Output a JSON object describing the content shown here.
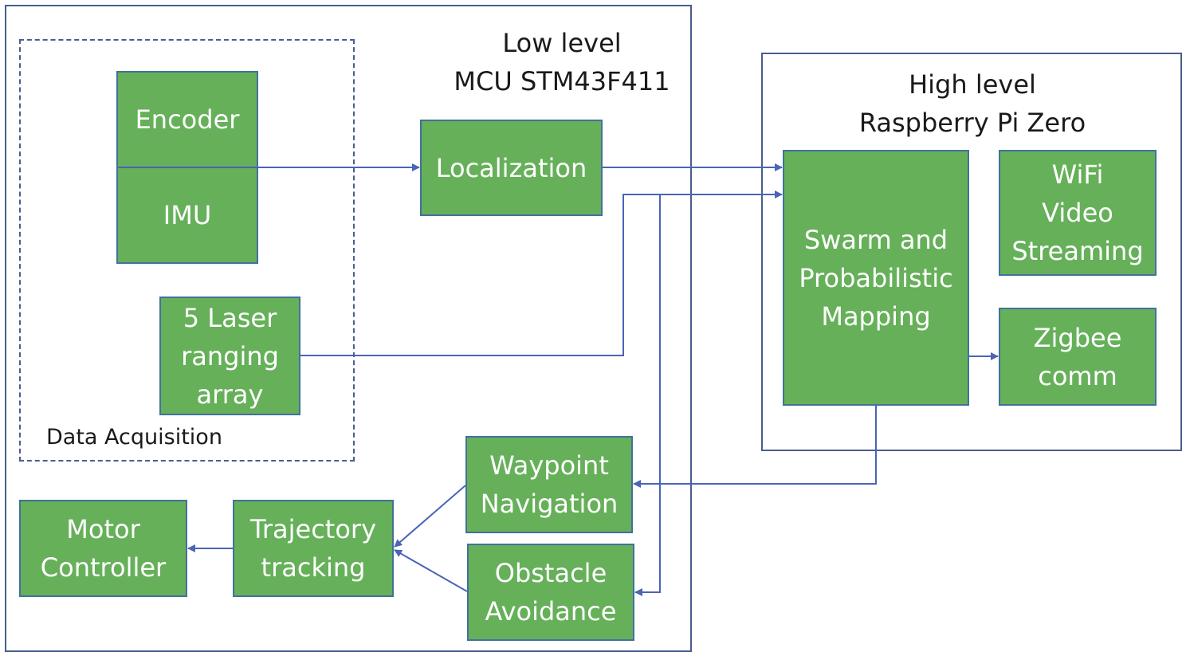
{
  "regions": {
    "low_level": {
      "title_lines": [
        "Low level",
        "MCU STM43F411"
      ]
    },
    "high_level": {
      "title_lines": [
        "High level",
        "Raspberry Pi Zero"
      ]
    },
    "data_acquisition": {
      "label": "Data Acquisition"
    }
  },
  "blocks": {
    "encoder": {
      "lines": [
        "Encoder"
      ]
    },
    "imu": {
      "lines": [
        "IMU"
      ]
    },
    "laser": {
      "lines": [
        "5 Laser",
        "ranging",
        "array"
      ]
    },
    "localization": {
      "lines": [
        "Localization"
      ]
    },
    "swarm": {
      "lines": [
        "Swarm and",
        "Probabilistic",
        "Mapping"
      ]
    },
    "wifi": {
      "lines": [
        "WiFi",
        "Video",
        "Streaming"
      ]
    },
    "zigbee": {
      "lines": [
        "Zigbee",
        "comm"
      ]
    },
    "waypoint": {
      "lines": [
        "Waypoint",
        "Navigation"
      ]
    },
    "obstacle": {
      "lines": [
        "Obstacle",
        "Avoidance"
      ]
    },
    "trajectory": {
      "lines": [
        "Trajectory",
        "tracking"
      ]
    },
    "motor": {
      "lines": [
        "Motor",
        "Controller"
      ]
    }
  },
  "colors": {
    "block_fill": "#66b05a",
    "block_border": "#41719c",
    "connector": "#4a65b5",
    "region_border": "#4a5d8f"
  }
}
